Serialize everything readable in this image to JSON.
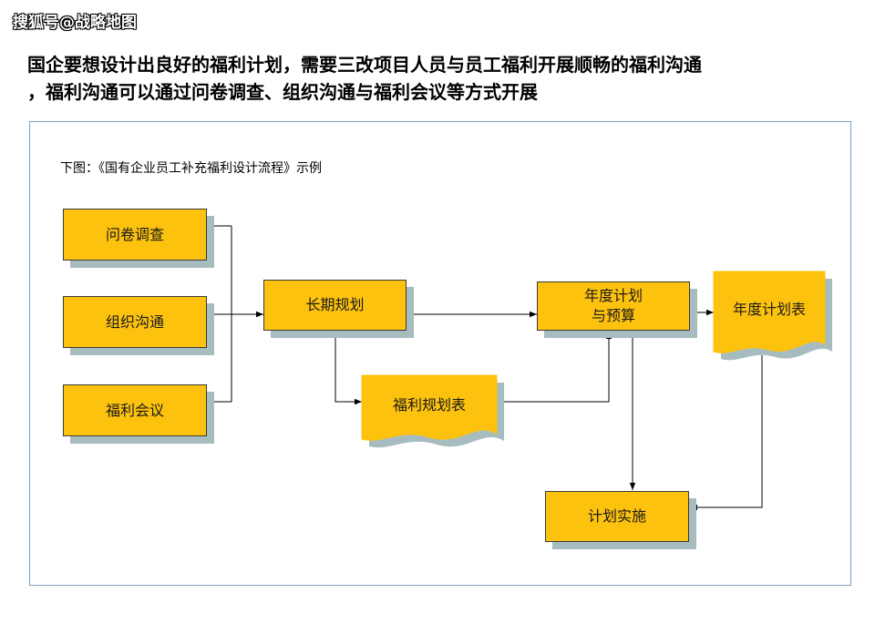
{
  "watermark": "搜狐号@战略地图",
  "headline": {
    "line1": "国企要想设计出良好的福利计划，需要三改项目人员与员工福利开展顺畅的福利沟通",
    "line2": "，福利沟通可以通过问卷调查、组织沟通与福利会议等方式开展"
  },
  "caption": "下图：《国有企业员工补充福利设计流程》示例",
  "nodes": {
    "survey": "问卷调查",
    "org_comm": "组织沟通",
    "meeting": "福利会议",
    "long_plan": "长期规划",
    "annual_plan_line1": "年度计划",
    "annual_plan_line2": "与预算",
    "plan_implement": "计划实施"
  },
  "documents": {
    "welfare_plan_table": "福利规划表",
    "annual_plan_table": "年度计划表"
  },
  "colors": {
    "box_fill": "#fdc20e",
    "box_shadow": "#a7bcbf",
    "frame_border": "#7f9fc0"
  }
}
